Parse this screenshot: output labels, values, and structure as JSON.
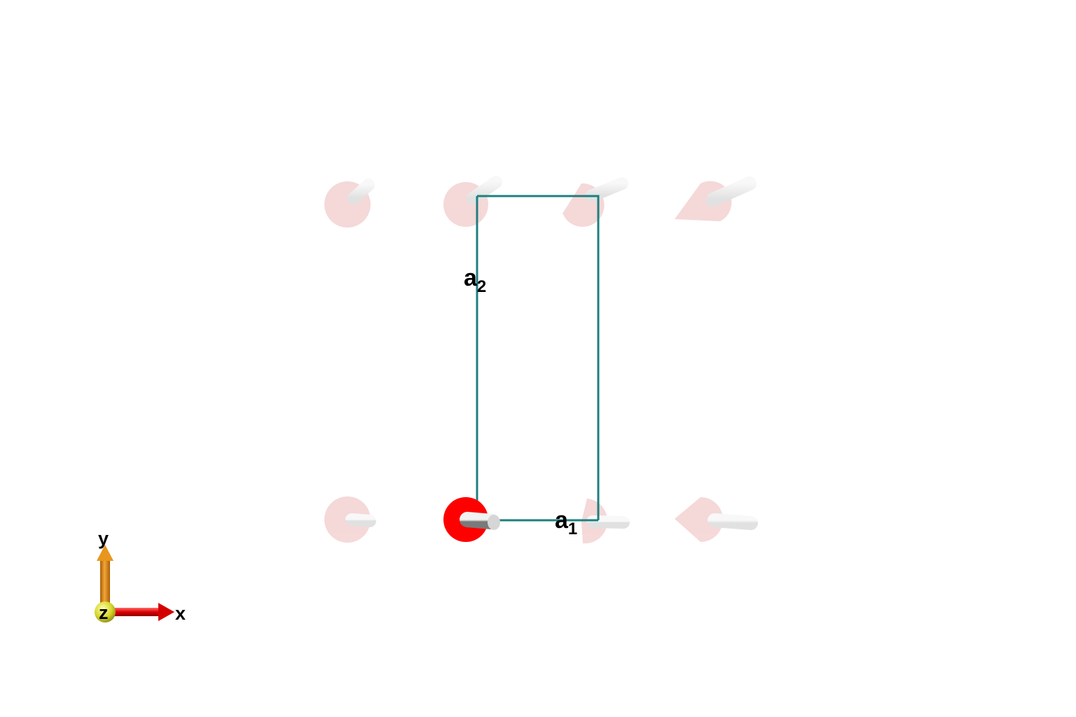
{
  "lattice_vectors": {
    "a1": {
      "base": "a",
      "sub": "1"
    },
    "a2": {
      "base": "a",
      "sub": "2"
    }
  },
  "axes": {
    "x": "x",
    "y": "y",
    "z": "z"
  },
  "colors": {
    "cell_edge": "#1f7f7f",
    "atom_main": "#ff0000",
    "atom_ghost": "#f4d2d2",
    "bond": "#bdbdbd",
    "axis_x": "#e00000",
    "axis_y": "#e08a00",
    "axis_z": "#d4d400"
  }
}
